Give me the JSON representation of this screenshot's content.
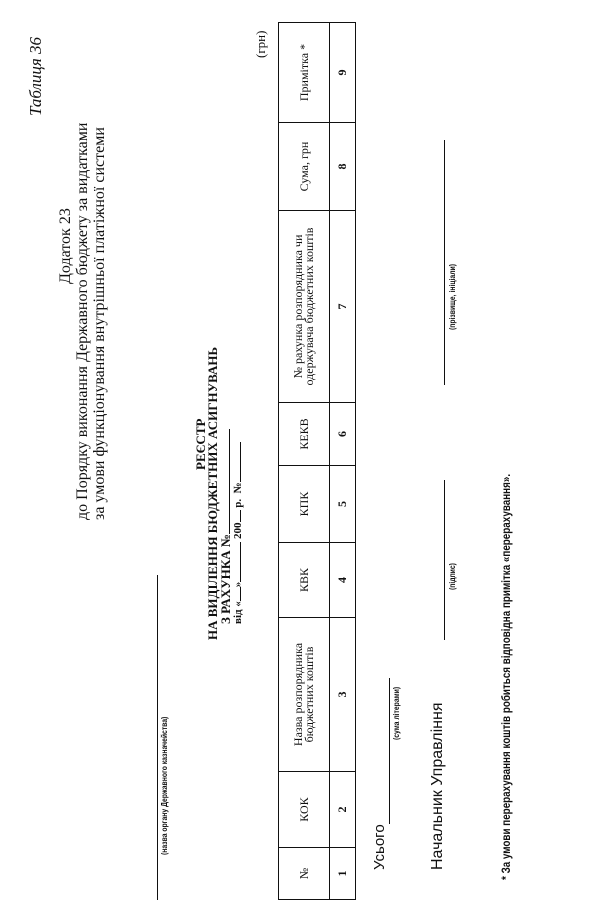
{
  "table_label": "Таблиця 36",
  "appendix": {
    "title": "Додаток 23",
    "line1": "до Порядку виконання Державного бюджету за видатками",
    "line2": "за умови функціонування  внутрішньої платіжної системи"
  },
  "treasury_caption": "(назва органу Державного казначейства)",
  "heading": {
    "title": "РЕЄСТР",
    "subtitle": "НА ВИДІЛЕННЯ БЮДЖЕТНИХ АСИГНУВАНЬ",
    "account": "З РАХУНКА №",
    "date_prefix": "від «",
    "date_mid": "»",
    "year": "200",
    "year_suffix": "р.",
    "number": "№"
  },
  "currency": "(грн)",
  "table": {
    "headers": [
      "№",
      "КОК",
      "Назва розпорядника бюджетних коштів",
      "КВК",
      "КПК",
      "КЕКВ",
      "№ рахунка розпорядника чи одержувача бюджетних коштів",
      "Сума, грн",
      "Примітка *"
    ],
    "numbers": [
      "1",
      "2",
      "3",
      "4",
      "5",
      "6",
      "7",
      "8",
      "9"
    ]
  },
  "total": {
    "label": "Усього",
    "caption": "(сума літерами)"
  },
  "signature": {
    "label": "Начальник Управління",
    "sign_caption": "(підпис)",
    "name_caption": "(прізвище, ініціали)"
  },
  "footnote": "* За умови перерахування коштів робиться відповідна примітка «перерахування»."
}
